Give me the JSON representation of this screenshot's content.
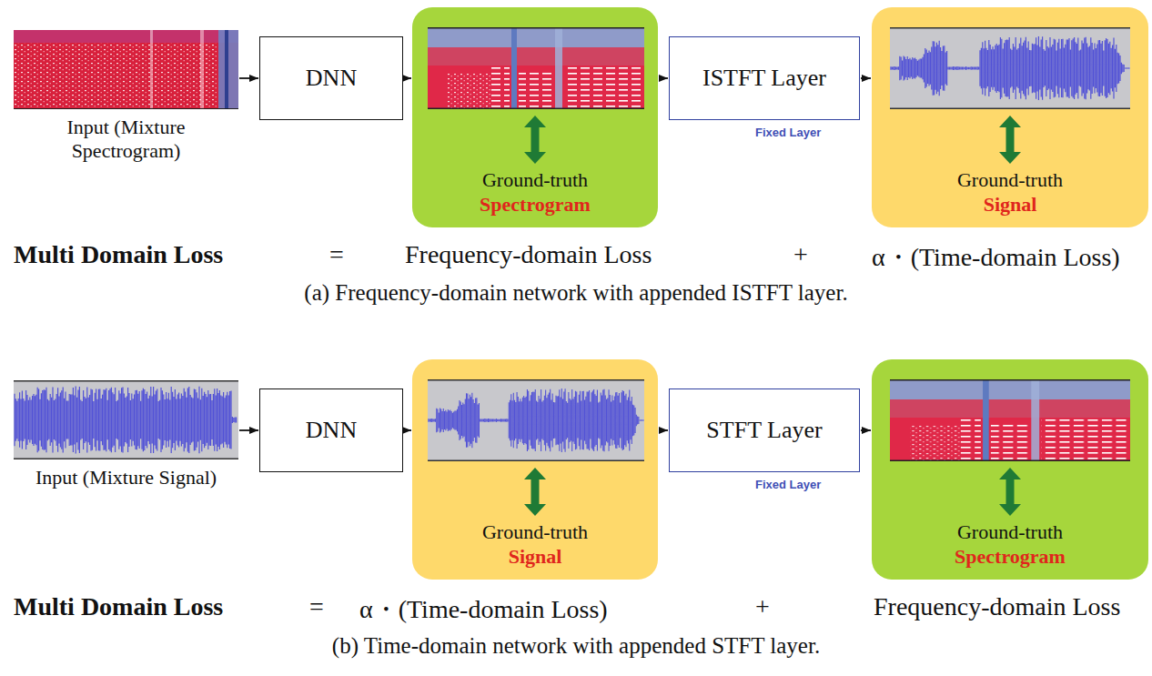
{
  "diagram": {
    "nodes": [
      {
        "text": [
          "Input (Mixture Spectrogram)"
        ]
      },
      {
        "text": [
          "DNN"
        ]
      },
      {
        "text": [
          "Ground-truth",
          "Spectrogram"
        ]
      },
      {
        "text": [
          "ISTFT Layer"
        ]
      },
      {
        "text": [
          "Ground-truth",
          "Signal"
        ]
      },
      {
        "text": [
          "Input (Mixture Signal)"
        ]
      },
      {
        "text": [
          "DNN"
        ]
      },
      {
        "text": [
          "Ground-truth",
          "Signal"
        ]
      },
      {
        "text": [
          "STFT Layer"
        ]
      },
      {
        "text": [
          "Ground-truth",
          "Spectrogram"
        ]
      }
    ],
    "edges": [
      {
        "from": 0,
        "to": 1,
        "arrow": "to"
      },
      {
        "from": 1,
        "to": 2,
        "arrow": "to"
      },
      {
        "from": 2,
        "to": 3,
        "arrow": "to"
      },
      {
        "from": 3,
        "to": 4,
        "arrow": "to"
      },
      {
        "from": 5,
        "to": 6,
        "arrow": "to"
      },
      {
        "from": 6,
        "to": 7,
        "arrow": "to"
      },
      {
        "from": 7,
        "to": 8,
        "arrow": "to"
      },
      {
        "from": 8,
        "to": 9,
        "arrow": "to"
      }
    ],
    "labels": [
      "Fixed Layer",
      "Multi Domain Loss",
      "=",
      "Frequency-domain Loss",
      "+",
      "α・(Time-domain Loss)",
      "(a) Frequency-domain network with appended ISTFT layer.",
      "Fixed Layer",
      "Multi Domain Loss",
      "=",
      "α・(Time-domain Loss)",
      "+",
      "Frequency-domain Loss",
      "(b) Time-domain network with appended STFT layer."
    ]
  }
}
